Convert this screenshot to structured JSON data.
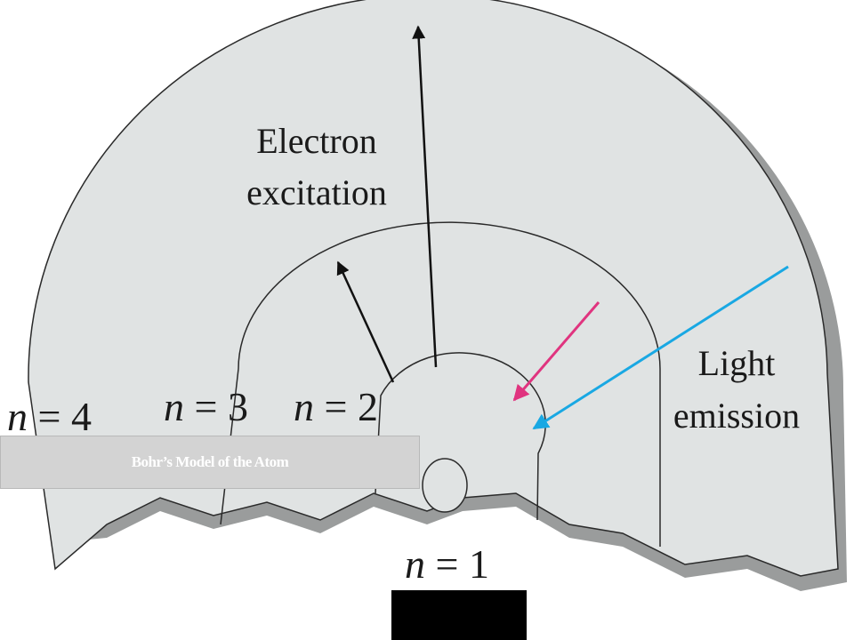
{
  "labels": {
    "n4": {
      "var": "n",
      "rest": " = 4"
    },
    "n3": {
      "var": "n",
      "rest": " = 3"
    },
    "n2": {
      "var": "n",
      "rest": " = 2"
    },
    "n1": {
      "var": "n",
      "rest": " = 1"
    },
    "excitation_line1": "Electron",
    "excitation_line2": "excitation",
    "emission_line1": "Light",
    "emission_line2": "emission"
  },
  "banner": {
    "title": "Bohr’s Model of the Atom"
  },
  "colors": {
    "atom_fill": "#e0e3e3",
    "shadow": "#9a9c9c",
    "orbit_stroke": "#2a2a2a",
    "excitation_arrow": "#111111",
    "emission_arrow_inner": "#e0347f",
    "emission_arrow_outer": "#19a8e3"
  }
}
